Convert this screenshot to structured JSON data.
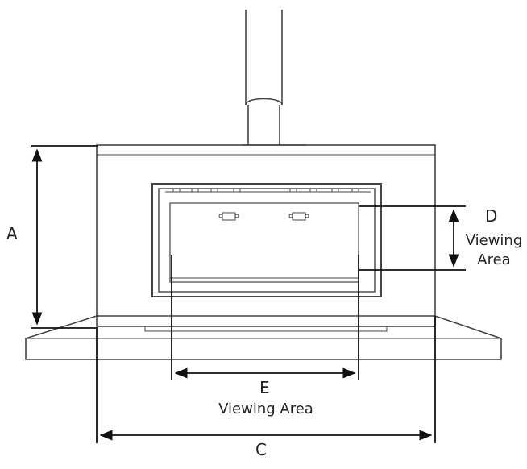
{
  "diagram": {
    "label_a": "A",
    "label_c": "C",
    "label_d": "D",
    "label_d_line1": "Viewing",
    "label_d_line2": "Area",
    "label_e": "E",
    "label_e_sub": "Viewing Area"
  },
  "colors": {
    "stroke": "#222222",
    "fill": "#ffffff"
  }
}
